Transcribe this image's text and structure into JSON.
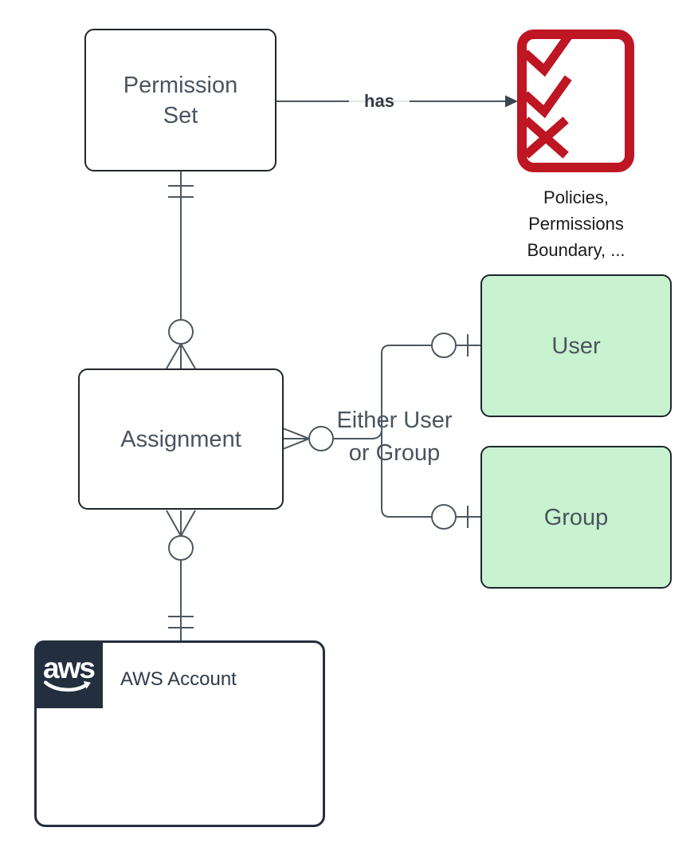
{
  "diagram": {
    "nodes": {
      "permission_set": {
        "label": "Permission Set"
      },
      "assignment": {
        "label": "Assignment"
      },
      "user": {
        "label": "User"
      },
      "group": {
        "label": "Group"
      },
      "aws_account": {
        "label": "AWS Account",
        "logo_text": "aws"
      },
      "checklist": {
        "caption_lines": [
          "Policies,",
          "Permissions",
          "Boundary, ..."
        ]
      }
    },
    "edges": {
      "has": {
        "label": "has"
      },
      "either_user_or_group": {
        "label_lines": [
          "Either User",
          "or Group"
        ]
      }
    },
    "colors": {
      "entity_border": "#20262e",
      "edge_stroke": "#4d5760",
      "label_text": "#4a545e",
      "green_fill": "#c9f2d0",
      "red_accent": "#be1622",
      "aws_navy": "#232f3e",
      "caption_text": "#1a1a1a"
    }
  }
}
